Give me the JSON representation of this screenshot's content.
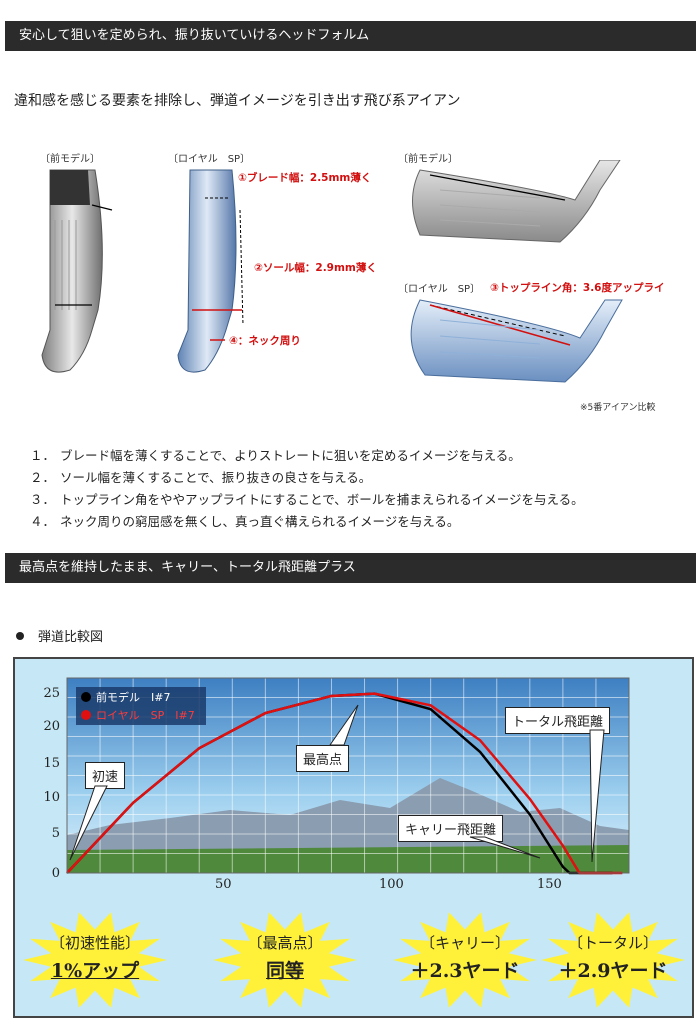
{
  "section1": {
    "title": "安心して狙いを定められ、振り抜いていけるヘッドフォルム"
  },
  "lead": "違和感を感じる要素を排除し、弾道イメージを引き出す飛び系アイアン",
  "figure": {
    "label_prev_left": "〔前モデル〕",
    "label_royal_left": "〔ロイヤル　SP〕",
    "label_prev_right": "〔前モデル〕",
    "label_royal_right": "〔ロイヤル　SP〕",
    "blade": "①ブレード幅：2.5mm薄く",
    "sole": "②ソール幅：2.9mm薄く",
    "neck": "④：ネック周り",
    "topline": "③トップライン角：3.6度アップライ",
    "note": "※5番アイアン比較"
  },
  "list": [
    {
      "num": "１．",
      "text": "ブレード幅を薄くすることで、よりストレートに狙いを定めるイメージを与える。"
    },
    {
      "num": "２．",
      "text": "ソール幅を薄くすることで、振り抜きの良さを与える。"
    },
    {
      "num": "３．",
      "text": "トップライン角をややアップライトにすることで、ボールを捕まえられるイメージを与える。"
    },
    {
      "num": "４．",
      "text": "ネック周りの窮屈感を無くし、真っ直ぐ構えられるイメージを与える。"
    }
  ],
  "section2": {
    "title": "最高点を維持したまま、キャリー、トータル飛距離プラス"
  },
  "chart_title": "弾道比較図",
  "chart_data": {
    "type": "line",
    "x_ticks": [
      50,
      100,
      150
    ],
    "y_ticks": [
      0,
      5,
      10,
      15,
      20,
      25
    ],
    "xlim": [
      0,
      170
    ],
    "ylim": [
      0,
      25
    ],
    "series": [
      {
        "name": "前モデル　I#7",
        "color": "#000000",
        "x": [
          0,
          20,
          40,
          60,
          80,
          93,
          110,
          125,
          140,
          150,
          152,
          165
        ],
        "y": [
          0,
          9,
          16,
          20.5,
          22.7,
          23,
          21,
          15.5,
          7.5,
          0.8,
          0,
          0
        ]
      },
      {
        "name": "ロイヤル　SP　I#7",
        "color": "#e01010",
        "x": [
          0,
          20,
          40,
          60,
          80,
          93,
          110,
          125,
          140,
          150,
          155,
          168
        ],
        "y": [
          0,
          9,
          16,
          20.5,
          22.7,
          23,
          21.5,
          17,
          9.5,
          3.5,
          0,
          0
        ]
      }
    ],
    "callouts": {
      "initial": "初速",
      "apex": "最高点",
      "carry": "キャリー飛距離",
      "total": "トータル飛距離"
    }
  },
  "badges": [
    {
      "top": "〔初速性能〕",
      "value": "1%アップ",
      "underline": true
    },
    {
      "top": "〔最高点〕",
      "value": "同等",
      "underline": true
    },
    {
      "top": "〔キャリー〕",
      "value": "＋2.3ヤード",
      "underline": false
    },
    {
      "top": "〔トータル〕",
      "value": "＋2.9ヤード",
      "underline": false
    }
  ],
  "colors": {
    "bar": "#2b2b2b",
    "accent_red": "#d21010",
    "chart_bg": "#c6e8f6",
    "star": "#fff13a"
  }
}
